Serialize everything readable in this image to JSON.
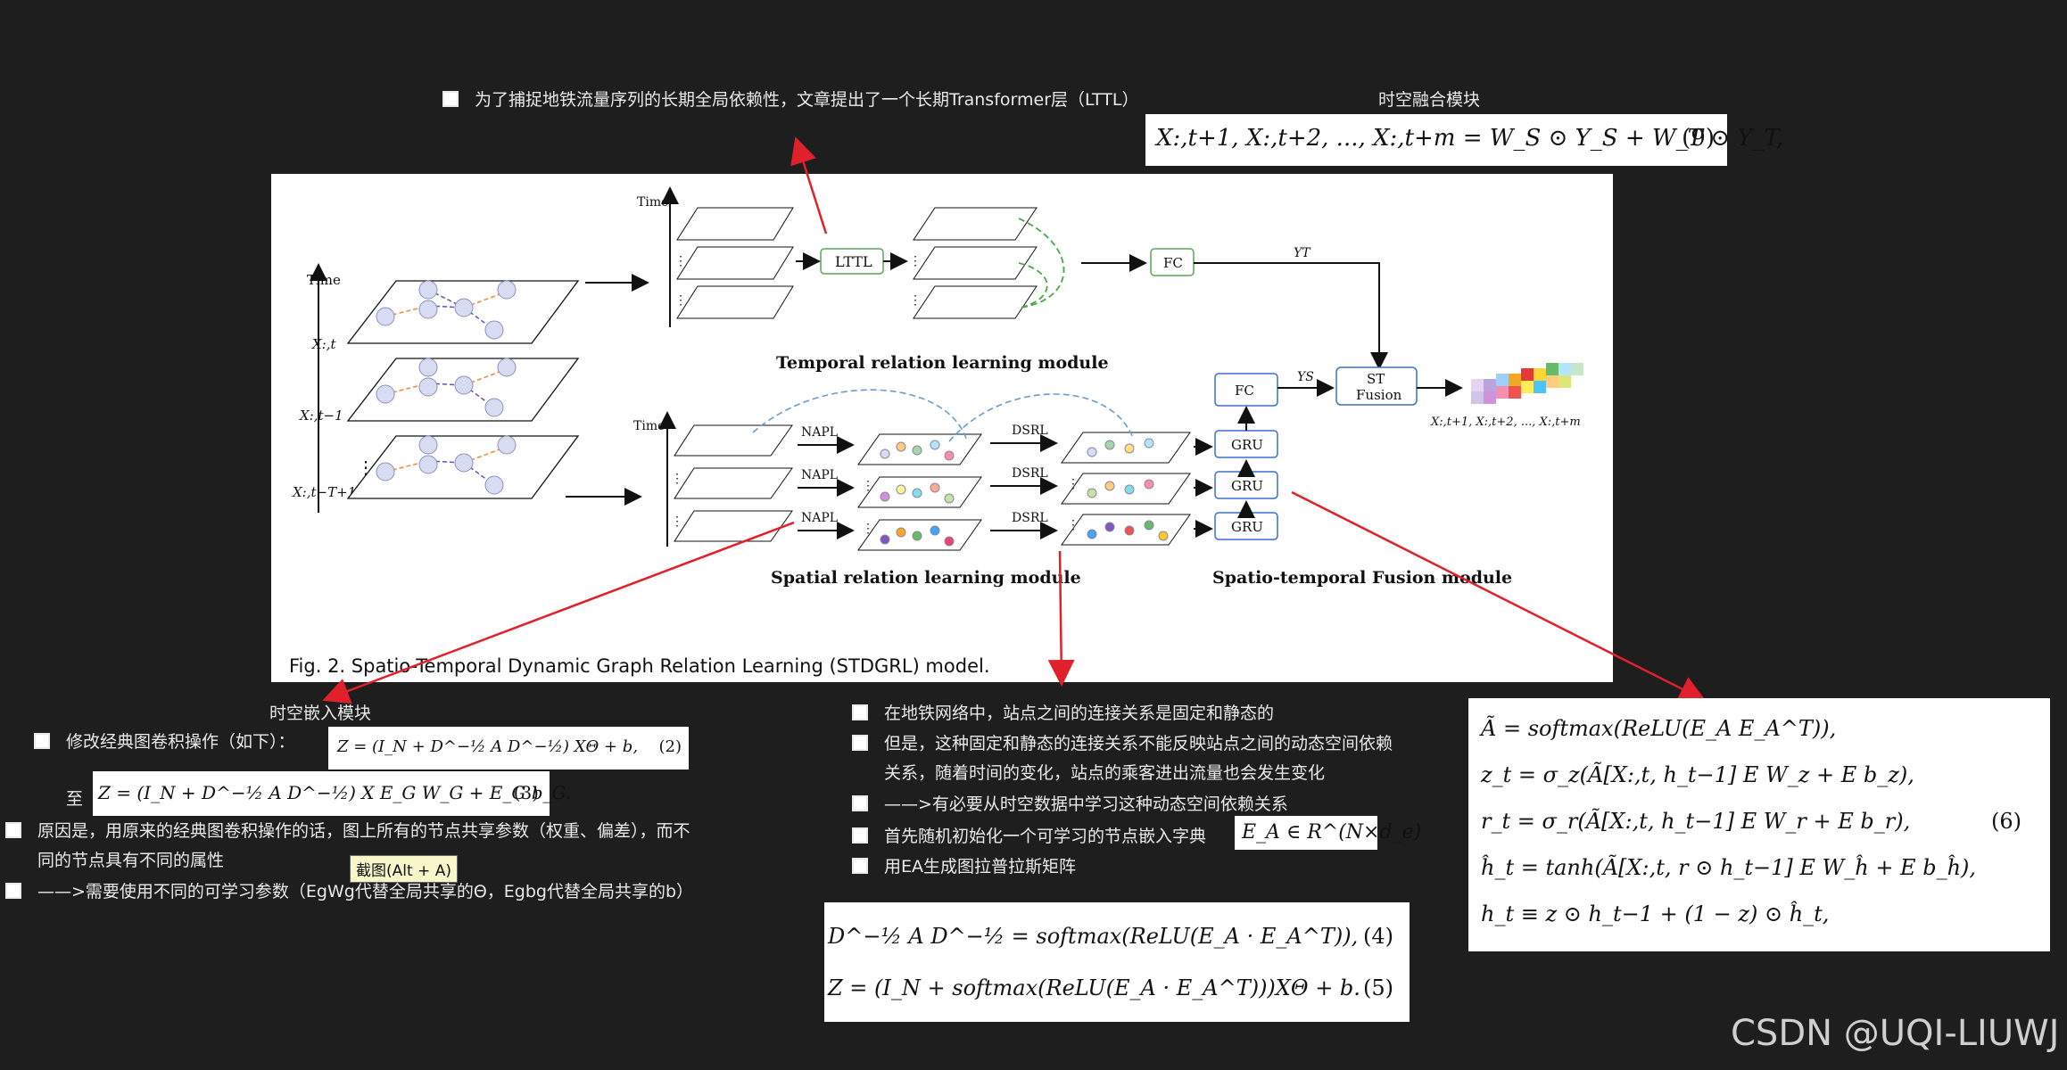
{
  "top_note": "为了捕捉地铁流量序列的长期全局依赖性，文章提出了一个长期Transformer层（LTTL）",
  "fusion_title": "时空融合模块",
  "fusion_eq": "X:,t+1, X:,t+2, ..., X:,t+m = W_S ⊙ Y_S + W_T ⊙ Y_T,",
  "fusion_eq_num": "(9)",
  "figure": {
    "time_label": "Time",
    "x_labels": [
      "X:,t",
      "X:,t−1",
      "X:,t−T+1"
    ],
    "lttl": "LTTL",
    "fc": "FC",
    "yt": "YT",
    "ys": "YS",
    "st_fusion": [
      "ST",
      "Fusion"
    ],
    "napl": "NAPL",
    "dsrl": "DSRL",
    "gru": "GRU",
    "output_label": "X:,t+1, X:,t+2, ..., X:,t+m",
    "temporal_title": "Temporal relation learning module",
    "spatial_title": "Spatial relation learning module",
    "fusion_module_title": "Spatio-temporal Fusion module",
    "caption": "Fig. 2. Spatio-Temporal Dynamic Graph Relation Learning (STDGRL) model."
  },
  "left": {
    "title": "时空嵌入模块",
    "item1": "修改经典图卷积操作（如下）：",
    "eq2": "Z = (I_N + D^−½ A D^−½) XΘ + b,",
    "eq2_num": "(2)",
    "to": "至",
    "eq3": "Z = (I_N + D^−½ A D^−½) X E_G W_G + E_G b_G.",
    "eq3_num": "(3)",
    "item2_line1": "原因是，用原来的经典图卷积操作的话，图上所有的节点共享参数（权重、偏差），而不",
    "item2_line2": "同的节点具有不同的属性",
    "item3": "——>需要使用不同的可学习参数（EgWg代替全局共享的Θ，Egbg代替全局共享的b）",
    "tooltip": "截图(Alt + A)"
  },
  "middle": {
    "item1": "在地铁网络中，站点之间的连接关系是固定和静态的",
    "item2_line1": "但是，这种固定和静态的连接关系不能反映站点之间的动态空间依赖",
    "item2_line2": "关系，随着时间的变化，站点的乘客进出流量也会发生变化",
    "item3": "——>有必要从时空数据中学习这种动态空间依赖关系",
    "item4": "首先随机初始化一个可学习的节点嵌入字典",
    "ea_eq": "E_A ∈ R^(N×d_e)",
    "item5": "用EA生成图拉普拉斯矩阵",
    "eq4": "D^−½ A D^−½ = softmax(ReLU(E_A · E_A^T)),",
    "eq4_num": "(4)",
    "eq5": "Z = (I_N + softmax(ReLU(E_A · E_A^T)))XΘ + b.",
    "eq5_num": "(5)"
  },
  "right": {
    "eq_lines": [
      "Ã = softmax(ReLU(E_A E_A^T)),",
      "z_t = σ_z(Ã[X:,t, h_t−1] E W_z + E b_z),",
      "r_t = σ_r(Ã[X:,t, h_t−1] E W_r + E b_r),",
      "ĥ_t = tanh(Ã[X:,t, r ⊙ h_t−1] E W_ĥ + E b_ĥ),",
      "h_t ≡ z ⊙ h_t−1 + (1 − z) ⊙ ĥ_t,"
    ],
    "eq_num": "(6)"
  },
  "watermark": "CSDN @UQI-LIUWJ",
  "colors": {
    "background": "#1e1e1e",
    "arrow_red": "#e0202c",
    "node_fill": "#d8dcf2",
    "dash_orange": "#ef8a3a",
    "dash_purple": "#6a4fa8",
    "dash_green": "#4aa64a",
    "dash_blue": "#6a9bd0",
    "box_green": "#5aa65a",
    "box_blue": "#3a6fd0"
  }
}
